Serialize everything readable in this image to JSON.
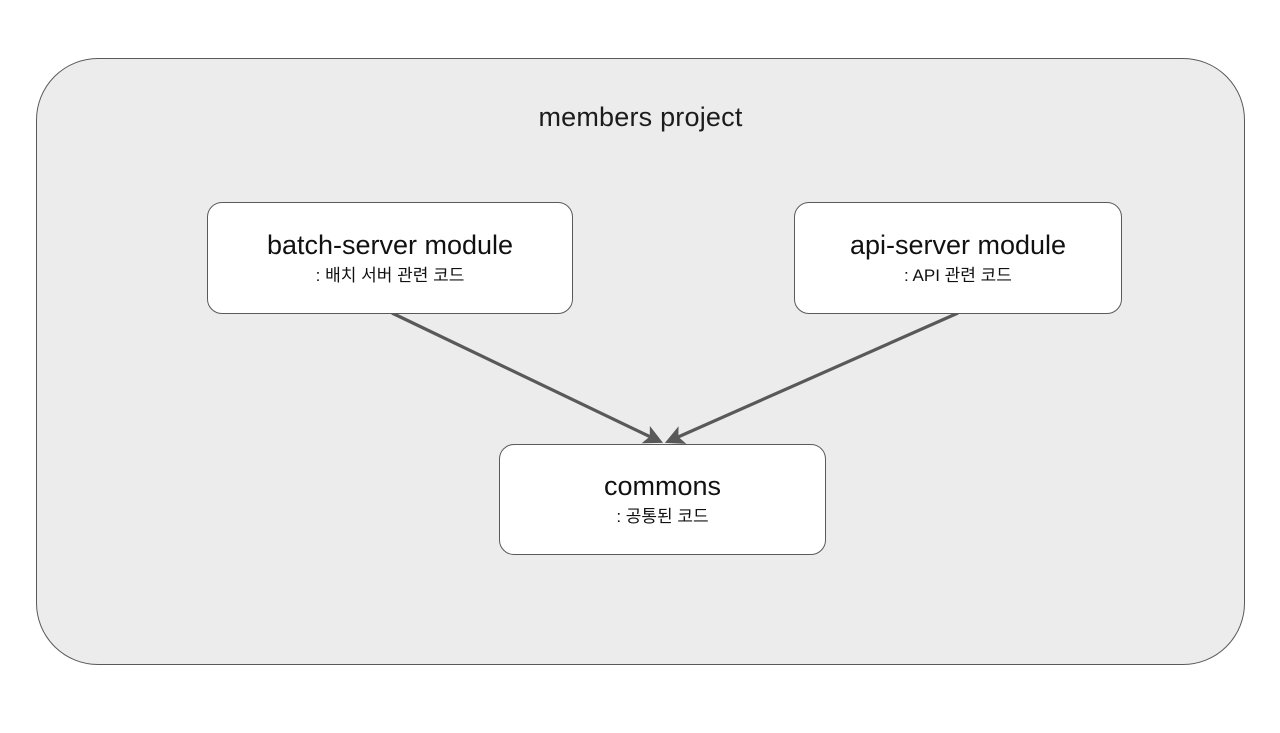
{
  "diagram": {
    "container": {
      "label": "members project",
      "fill": "#ececec",
      "stroke": "#5a5a5a"
    },
    "nodes": [
      {
        "id": "batch-server",
        "title": "batch-server module",
        "subtitle": ": 배치 서버 관련 코드",
        "fill": "#ffffff",
        "stroke": "#5a5a5a"
      },
      {
        "id": "api-server",
        "title": "api-server module",
        "subtitle": ": API 관련 코드",
        "fill": "#ffffff",
        "stroke": "#5a5a5a"
      },
      {
        "id": "commons",
        "title": "commons",
        "subtitle": ": 공통된 코드",
        "fill": "#ffffff",
        "stroke": "#5a5a5a"
      }
    ],
    "edges": [
      {
        "id": "batch-to-commons",
        "from": "batch-server",
        "to": "commons",
        "label": "",
        "stroke": "#595959",
        "arrowhead": "solid-triangle"
      },
      {
        "id": "api-to-commons",
        "from": "api-server",
        "to": "commons",
        "label": "",
        "stroke": "#595959",
        "arrowhead": "solid-triangle"
      }
    ]
  }
}
